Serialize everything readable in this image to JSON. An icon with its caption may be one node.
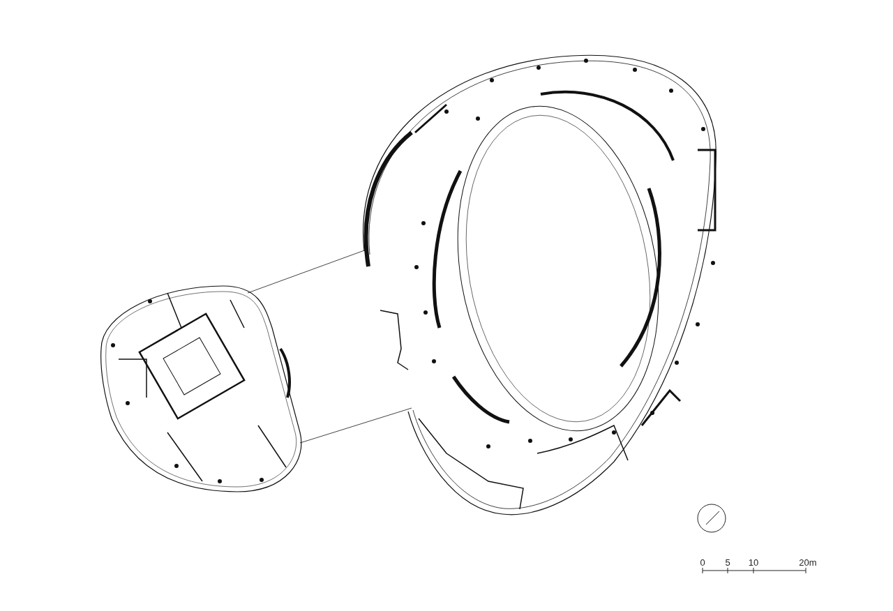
{
  "diagram": {
    "labels": [
      "0",
      "5",
      "10",
      "20m"
    ]
  }
}
